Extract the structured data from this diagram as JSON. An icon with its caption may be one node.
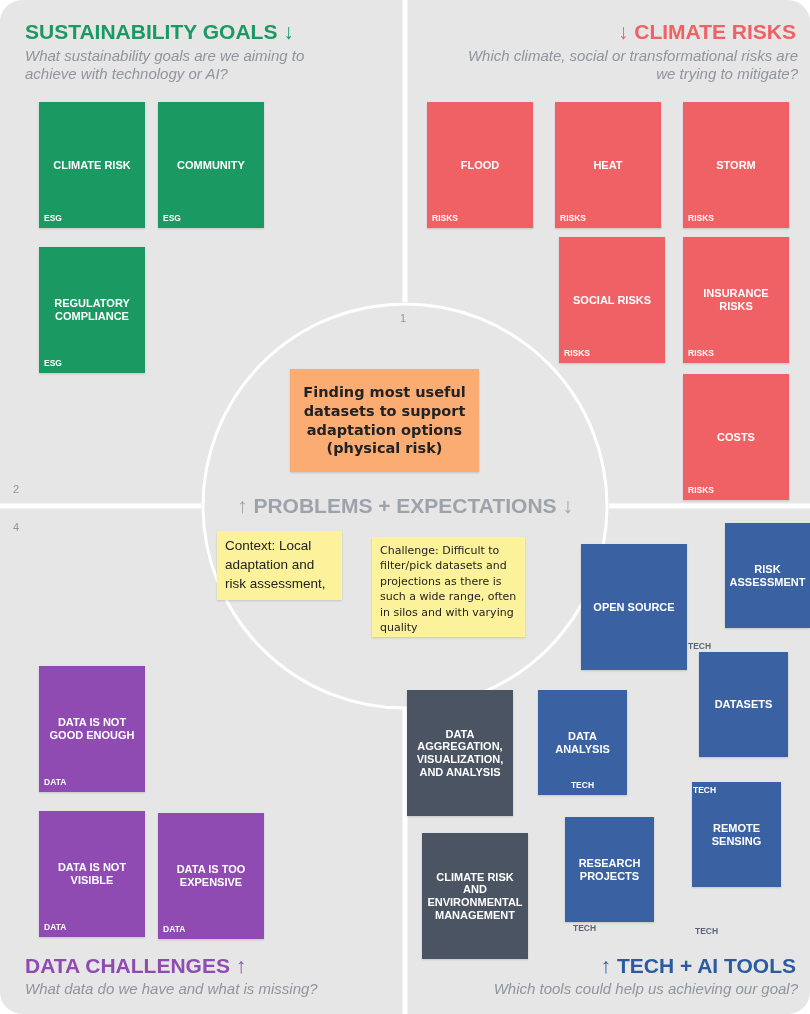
{
  "diagram": {
    "nodes": [
      {
        "text": [
          "SUSTAINABILITY GOALS ↓",
          "What sustainability goals are we aiming to achieve with technology or AI?"
        ]
      },
      {
        "text": [
          "CLIMATE RISK",
          "ESG"
        ],
        "in": 0
      },
      {
        "text": [
          "COMMUNITY",
          "ESG"
        ],
        "in": 0
      },
      {
        "text": [
          "REGULATORY COMPLIANCE",
          "ESG"
        ],
        "in": 0
      },
      {
        "text": [
          "↓ CLIMATE RISKS",
          "Which climate, social or transformational risks are we trying to mitigate?"
        ]
      },
      {
        "text": [
          "FLOOD",
          "RISKS"
        ],
        "in": 4
      },
      {
        "text": [
          "HEAT",
          "RISKS"
        ],
        "in": 4
      },
      {
        "text": [
          "STORM",
          "RISKS"
        ],
        "in": 4
      },
      {
        "text": [
          "SOCIAL RISKS",
          "RISKS"
        ],
        "in": 4
      },
      {
        "text": [
          "INSURANCE RISKS",
          "RISKS"
        ],
        "in": 4
      },
      {
        "text": [
          "COSTS",
          "RISKS"
        ],
        "in": 4
      },
      {
        "text": [
          "↑ PROBLEMS + EXPECTATIONS ↓"
        ]
      },
      {
        "text": [
          "Finding most useful datasets to support adaptation options (physical risk)"
        ],
        "in": 11
      },
      {
        "text": [
          "Context: Local adaptation and risk assessment,"
        ]
      },
      {
        "text": [
          "Challenge: Difficult to filter/pick datasets and projections as there is such a wide range, often in silos and with varying quality"
        ],
        "in": 11
      },
      {
        "text": [
          "DATA CHALLENGES ↑",
          "What data do we have and what is missing?"
        ]
      },
      {
        "text": [
          "DATA IS NOT GOOD ENOUGH",
          "DATA"
        ],
        "in": 15
      },
      {
        "text": [
          "DATA IS NOT VISIBLE",
          "DATA"
        ],
        "in": 15
      },
      {
        "text": [
          "DATA IS TOO EXPENSIVE",
          "DATA"
        ],
        "in": 15
      },
      {
        "text": [
          "↑ TECH + AI TOOLS",
          "Which tools could help us achieving our goal?"
        ]
      },
      {
        "text": [
          "OPEN SOURCE"
        ],
        "in": 19,
        "beside": [
          "TECH"
        ]
      },
      {
        "text": [
          "RISK ASSESSMENT"
        ],
        "in": 19
      },
      {
        "text": [
          "DATASETS"
        ],
        "in": 19
      },
      {
        "text": [
          "DATA AGGREGATION, VISUALIZATION, AND ANALYSIS"
        ],
        "in": 19
      },
      {
        "text": [
          "DATA ANALYSIS",
          "TECH"
        ],
        "in": 19
      },
      {
        "text": [
          "TECH",
          "REMOTE SENSING"
        ],
        "in": 19
      },
      {
        "text": [
          "CLIMATE RISK AND ENVIRONMENTAL MANAGEMENT"
        ],
        "in": 19
      },
      {
        "text": [
          "RESEARCH PROJECTS"
        ],
        "in": 19,
        "beside": [
          "TECH"
        ]
      }
    ],
    "labels": [
      "1",
      "2",
      "4",
      "TECH"
    ]
  }
}
